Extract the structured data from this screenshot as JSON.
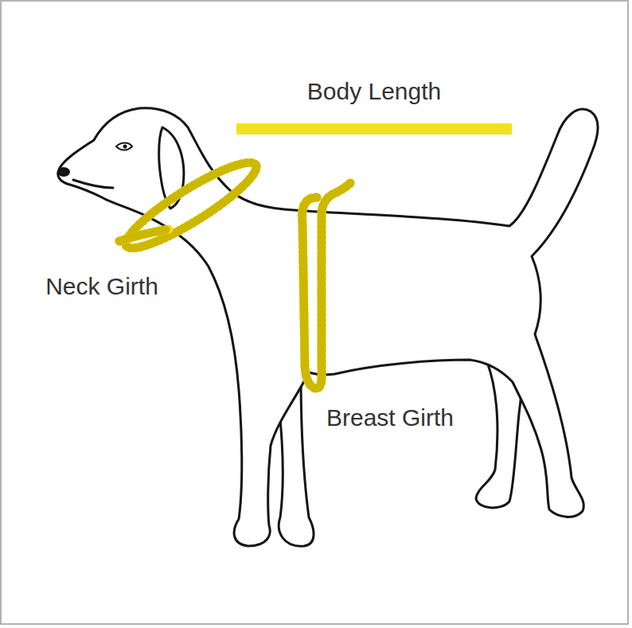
{
  "diagram": {
    "labels": [
      "Body Length",
      "Neck Girth",
      "Breast Girth"
    ]
  }
}
